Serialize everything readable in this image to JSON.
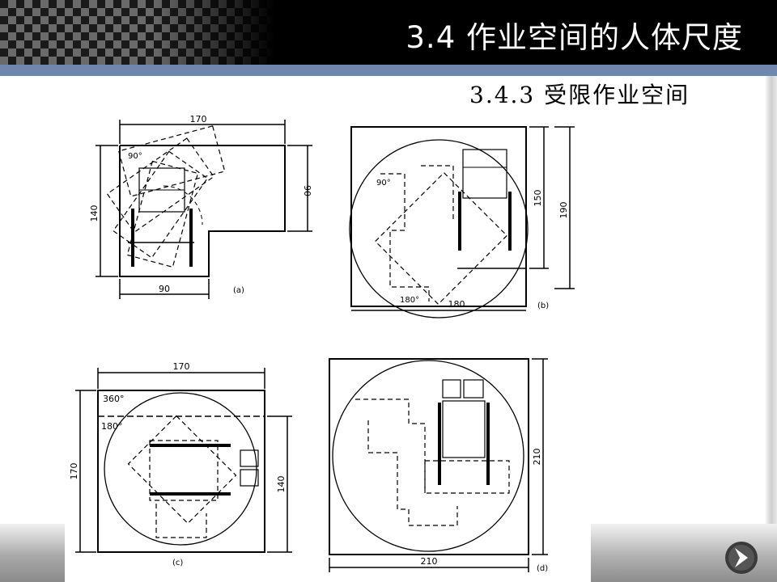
{
  "header": {
    "title": "3.4   作业空间的人体尺度"
  },
  "section": {
    "subtitle": "3.4.3 受限作业空间"
  },
  "figures": {
    "a": {
      "caption": "(a)",
      "dim_top": "170",
      "dim_right": "90",
      "dim_left": "140",
      "dim_bottom": "90",
      "angle": "90°"
    },
    "b": {
      "caption": "(b)",
      "dim_right_inner": "150",
      "dim_right_outer": "190",
      "dim_bottom": "180",
      "angle_top": "90°",
      "angle_bottom": "180°"
    },
    "c": {
      "caption": "(c)",
      "dim_top": "170",
      "dim_left": "170",
      "dim_right": "140",
      "angle_outer": "360°",
      "angle_inner": "180°"
    },
    "d": {
      "caption": "(d)",
      "dim_right": "210",
      "dim_bottom": "210"
    }
  },
  "colors": {
    "accent_rule": "#6f86ad",
    "header_bg": "#000000",
    "title_text": "#ffffff"
  }
}
